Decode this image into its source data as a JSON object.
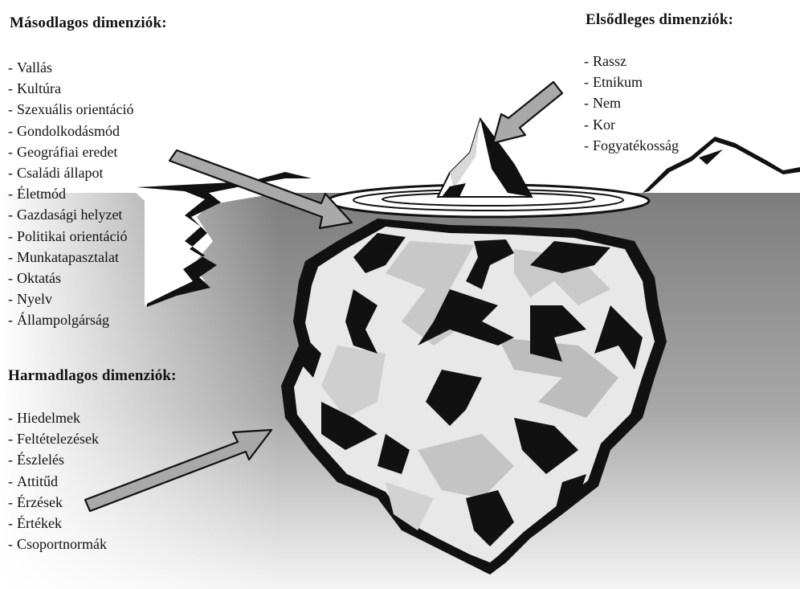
{
  "secondary": {
    "heading": "Másodlagos dimenziók:",
    "items": [
      "Vallás",
      "Kultúra",
      "Szexuális orientáció",
      "Gondolkodásmód",
      "Geográfiai eredet",
      "Családi állapot",
      "Életmód",
      "Gazdasági helyzet",
      "Politikai orientáció",
      "Munkatapasztalat",
      "Oktatás",
      "Nyelv",
      "Állampolgárság"
    ]
  },
  "primary": {
    "heading": "Elsődleges dimenziók:",
    "items": [
      "Rassz",
      "Etnikum",
      "Nem",
      "Kor",
      "Fogyatékosság"
    ]
  },
  "tertiary": {
    "heading": "Harmadlagos dimenziók:",
    "items": [
      "Hiedelmek",
      "Feltételezések",
      "Észlelés",
      "Attitűd",
      "Érzések",
      "Értékek",
      "Csoportnormák"
    ]
  },
  "list_marker": "-",
  "colors": {
    "arrow_fill": "#a9a9a9",
    "water": "#8a8a8a",
    "ice_light": "#e9e9e9",
    "ice_mid": "#c9c9c9",
    "ice_dark": "#111111"
  }
}
